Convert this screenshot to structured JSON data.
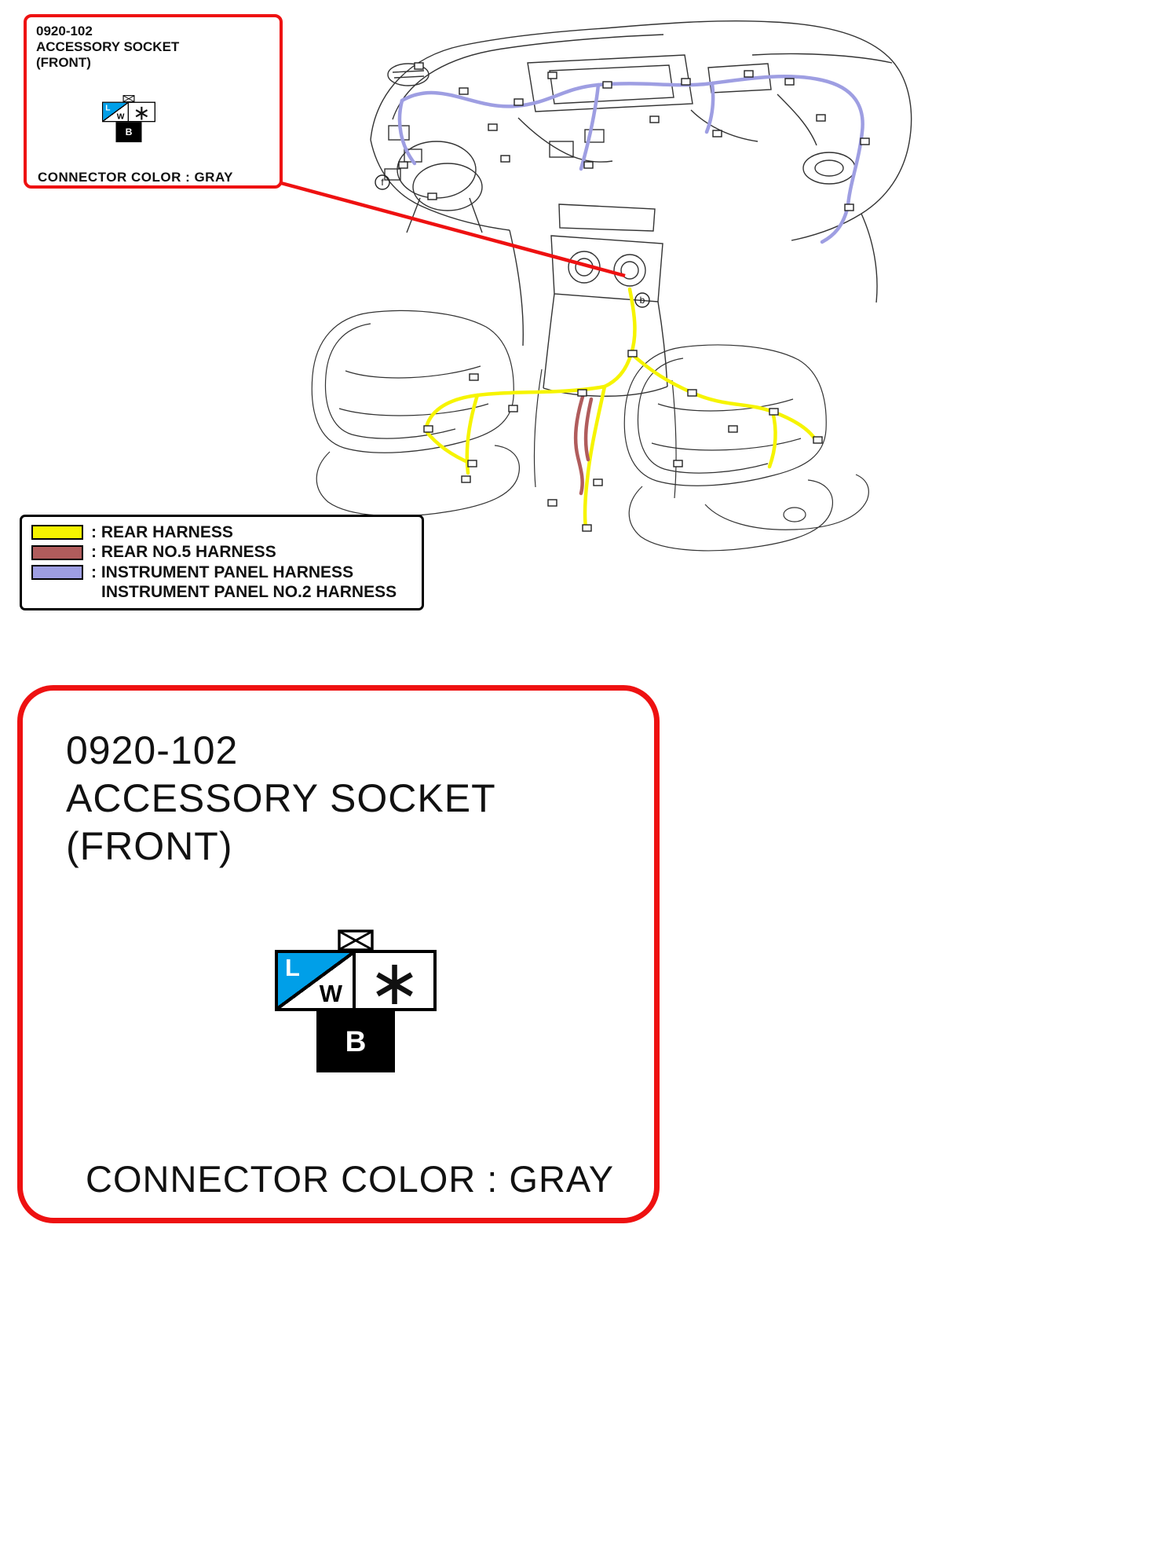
{
  "colors": {
    "callout_red": "#ee1111",
    "connector_blue": "#009fe8",
    "line_art": "#333333"
  },
  "connector": {
    "pin1_top": "L",
    "pin1_bottom": "W",
    "pin2": "∗",
    "pin3": "B"
  },
  "callout_small": {
    "code": "0920-102",
    "title": "ACCESSORY SOCKET",
    "subtitle": "(FRONT)",
    "connector_note": "CONNECTOR COLOR : GRAY"
  },
  "legend": {
    "items": [
      {
        "swatch": "#f6f400",
        "label": ": REAR HARNESS"
      },
      {
        "swatch": "#b05c5c",
        "label": ": REAR NO.5 HARNESS"
      },
      {
        "swatch": "#9e9ee2",
        "label": ": INSTRUMENT PANEL HARNESS"
      },
      {
        "swatch": "",
        "label": "INSTRUMENT PANEL NO.2 HARNESS"
      }
    ]
  },
  "illustration": {
    "marker_b": "b",
    "marker_f": "f"
  },
  "callout_large": {
    "code": "0920-102",
    "title": "ACCESSORY SOCKET",
    "subtitle": "(FRONT)",
    "connector_note": "CONNECTOR COLOR : GRAY"
  }
}
